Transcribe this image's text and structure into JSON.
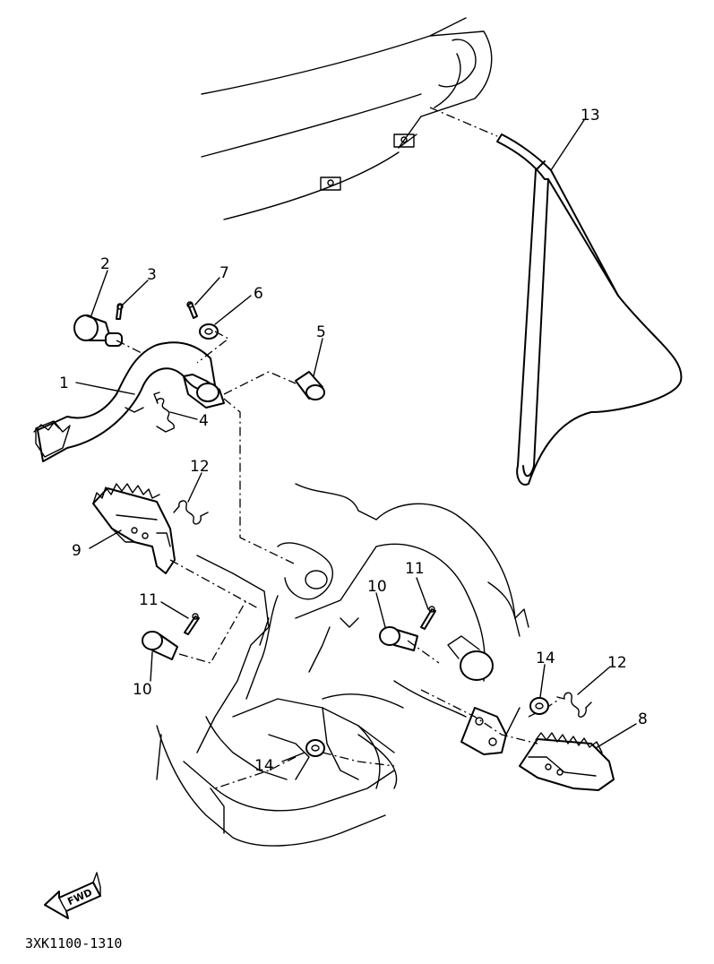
{
  "callouts": [
    {
      "id": "1",
      "label": "1"
    },
    {
      "id": "2",
      "label": "2"
    },
    {
      "id": "3",
      "label": "3"
    },
    {
      "id": "4",
      "label": "4"
    },
    {
      "id": "5",
      "label": "5"
    },
    {
      "id": "6",
      "label": "6"
    },
    {
      "id": "7",
      "label": "7"
    },
    {
      "id": "8",
      "label": "8"
    },
    {
      "id": "9",
      "label": "9"
    },
    {
      "id": "10a",
      "label": "10"
    },
    {
      "id": "10b",
      "label": "10"
    },
    {
      "id": "11a",
      "label": "11"
    },
    {
      "id": "11b",
      "label": "11"
    },
    {
      "id": "12a",
      "label": "12"
    },
    {
      "id": "12b",
      "label": "12"
    },
    {
      "id": "13",
      "label": "13"
    },
    {
      "id": "14a",
      "label": "14"
    },
    {
      "id": "14b",
      "label": "14"
    }
  ],
  "direction_arrow": {
    "label": "FWD",
    "icon": "forward-arrow-icon"
  },
  "diagram_code": "3XK1100-1310"
}
